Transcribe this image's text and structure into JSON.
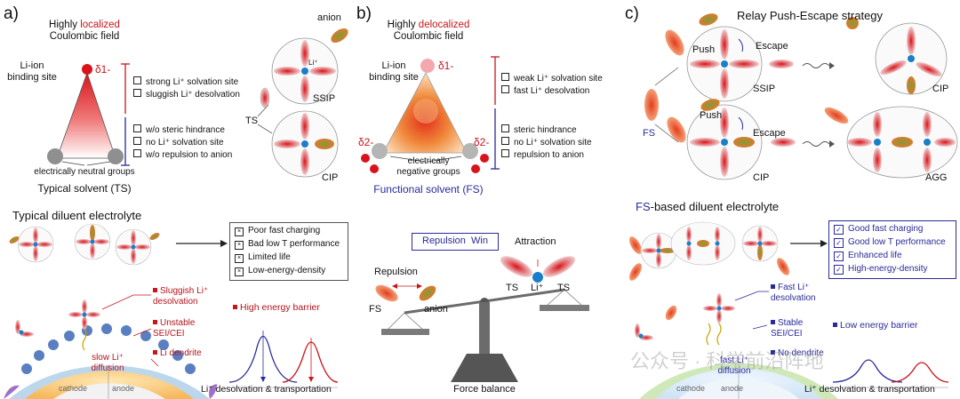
{
  "panel_a": {
    "letter": "a)",
    "title_pre": "Highly ",
    "title_accent": "localized",
    "title_line2": "Coulombic field",
    "binding_site": "Li-ion\nbinding site",
    "delta": "δ1-",
    "props_top": [
      "strong Li⁺ solvation site",
      "sluggish Li⁺ desolvation"
    ],
    "props_bottom": [
      "w/o steric hindrance",
      "no Li⁺ solvation site",
      "w/o repulsion to anion"
    ],
    "neutral_groups": "electrically neutral groups",
    "solvent_name": "Typical solvent (TS)",
    "anion": "anion",
    "li": "Li⁺",
    "ssip": "SSIP",
    "cip": "CIP",
    "ts": "TS",
    "electrolyte_title": "Typical diluent electrolyte",
    "drawbacks": [
      "Poor fast charging",
      "Bad low T performance",
      "Limited life",
      "Low-energy-density"
    ],
    "issues": [
      "Sluggish Li⁺\ndesolvation",
      "Unstable\nSEI/CEI",
      "Li dendrite"
    ],
    "slow_diffusion": "slow Li⁺\ndiffusion",
    "cathode": "cathode",
    "anode": "anode",
    "barrier": "High energy barrier",
    "process": "Li⁺ desolvation & transportation"
  },
  "panel_b": {
    "letter": "b)",
    "title_pre": "Highly ",
    "title_accent": "delocalized",
    "title_line2": "Coulombic field",
    "binding_site": "Li-ion\nbinding site",
    "delta1": "δ1-",
    "delta2_left": "δ2-",
    "delta2_right": "δ2-",
    "props_top": [
      "weak Li⁺ solvation site",
      "fast Li⁺ desolvation"
    ],
    "props_bottom": [
      "steric hindrance",
      "no Li⁺ solvation site",
      "repulsion to anion"
    ],
    "negative_groups": "electrically\nnegative groups",
    "solvent_name": "Functional solvent (FS)",
    "repulsion_win": "Repulsion  Win",
    "repulsion": "Repulsion",
    "attraction": "Attraction",
    "fs": "FS",
    "anion": "anion",
    "ts_left": "TS",
    "ts_right": "TS",
    "li": "Li⁺",
    "force_balance": "Force balance"
  },
  "panel_c": {
    "letter": "c)",
    "title": "Relay Push-Escape strategy",
    "push": "Push",
    "escape": "Escape",
    "ssip": "SSIP",
    "cip_top": "CIP",
    "cip_bottom": "CIP",
    "agg": "AGG",
    "fs": "FS",
    "electrolyte_title_accent": "FS",
    "electrolyte_title_rest": "-based diluent electrolyte",
    "benefits": [
      "Good fast charging",
      "Good low T performance",
      "Enhanced life",
      "High-energy-density"
    ],
    "fast_desolvation": "Fast Li⁺\ndesolvation",
    "stable_sei": "Stable\nSEI/CEI",
    "low_barrier": "Low energy barrier",
    "no_dendrite": "No dendrite",
    "fast_diffusion": "fast Li⁺\ndiffusion",
    "cathode": "cathode",
    "anode": "anode",
    "process": "Li⁺ desolvation & transportation",
    "watermark": "公众号 · 科学前沿阵地"
  },
  "colors": {
    "red": "#c8161d",
    "blue": "#2a2a9a",
    "orange": "#ee6a25",
    "olive": "#8a8a2a",
    "gray": "#9a9a9a"
  }
}
